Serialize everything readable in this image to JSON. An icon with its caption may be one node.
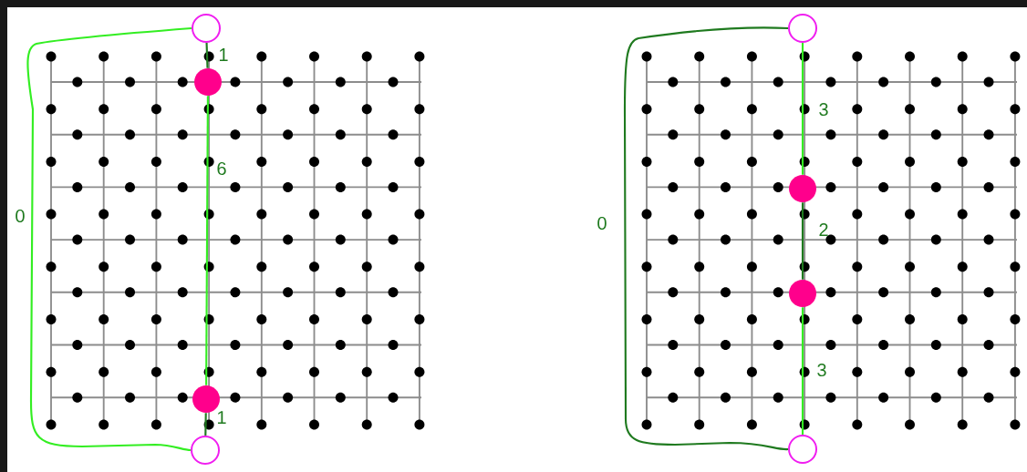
{
  "diagram": {
    "nodes": [
      {
        "text": [],
        "shape": "circle"
      },
      {
        "text": [],
        "shape": "circle"
      },
      {
        "text": [],
        "shape": "circle"
      },
      {
        "text": [],
        "shape": "circle"
      },
      {
        "text": [],
        "shape": "circle"
      },
      {
        "text": [],
        "shape": "circle"
      },
      {
        "text": [],
        "shape": "circle"
      },
      {
        "text": [],
        "shape": "circle"
      }
    ],
    "edges": [
      {
        "from": 0,
        "to": 1,
        "arrow": "none",
        "label": "1",
        "color": "#1f7a1f"
      },
      {
        "from": 1,
        "to": 2,
        "arrow": "none",
        "label": "6",
        "color": "#33ee22"
      },
      {
        "from": 2,
        "to": 3,
        "arrow": "none",
        "label": "1",
        "color": "#1f7a1f"
      },
      {
        "from": 0,
        "to": 3,
        "arrow": "none",
        "label": "0",
        "color": "#33ee22"
      },
      {
        "from": 4,
        "to": 5,
        "arrow": "none",
        "label": "3",
        "color": "#33ee22"
      },
      {
        "from": 5,
        "to": 6,
        "arrow": "none",
        "label": "2",
        "color": "#1f7a1f"
      },
      {
        "from": 6,
        "to": 7,
        "arrow": "none",
        "label": "3",
        "color": "#33ee22"
      },
      {
        "from": 4,
        "to": 7,
        "arrow": "none",
        "label": "0",
        "color": "#1f7a1f"
      }
    ]
  }
}
